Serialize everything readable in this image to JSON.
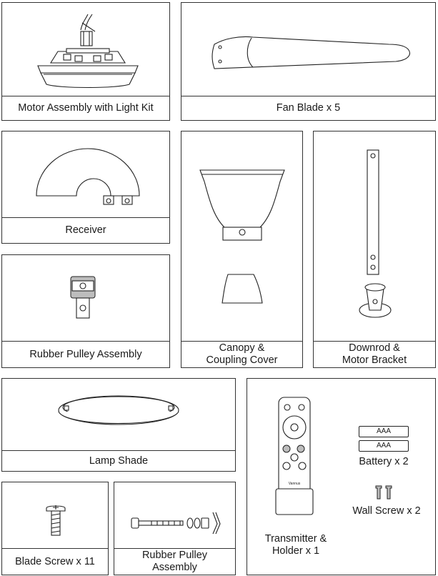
{
  "items": {
    "motor": "Motor Assembly with Light Kit",
    "blade": "Fan Blade x 5",
    "receiver": "Receiver",
    "pulley_top": "Rubber Pulley Assembly",
    "canopy": "Canopy &\nCoupling Cover",
    "downrod": "Downrod &\nMotor Bracket",
    "lamp": "Lamp Shade",
    "transmitter": "Transmitter &\nHolder x 1",
    "battery": "Battery x 2",
    "battery_label": "AAA",
    "wall_screw": "Wall Screw x 2",
    "blade_screw": "Blade Screw x 11",
    "pulley_bottom": "Rubber Pulley\nAssembly",
    "remote_brand": "Vannus"
  },
  "icons": [
    "motor-light-kit-icon",
    "fan-blade-icon",
    "receiver-icon",
    "rubber-pulley-icon",
    "canopy-icon",
    "coupling-cover-icon",
    "downrod-icon",
    "motor-bracket-icon",
    "lamp-shade-icon",
    "remote-transmitter-icon",
    "battery-icon",
    "wall-screw-icon",
    "blade-screw-icon",
    "pulley-hardware-icon"
  ]
}
